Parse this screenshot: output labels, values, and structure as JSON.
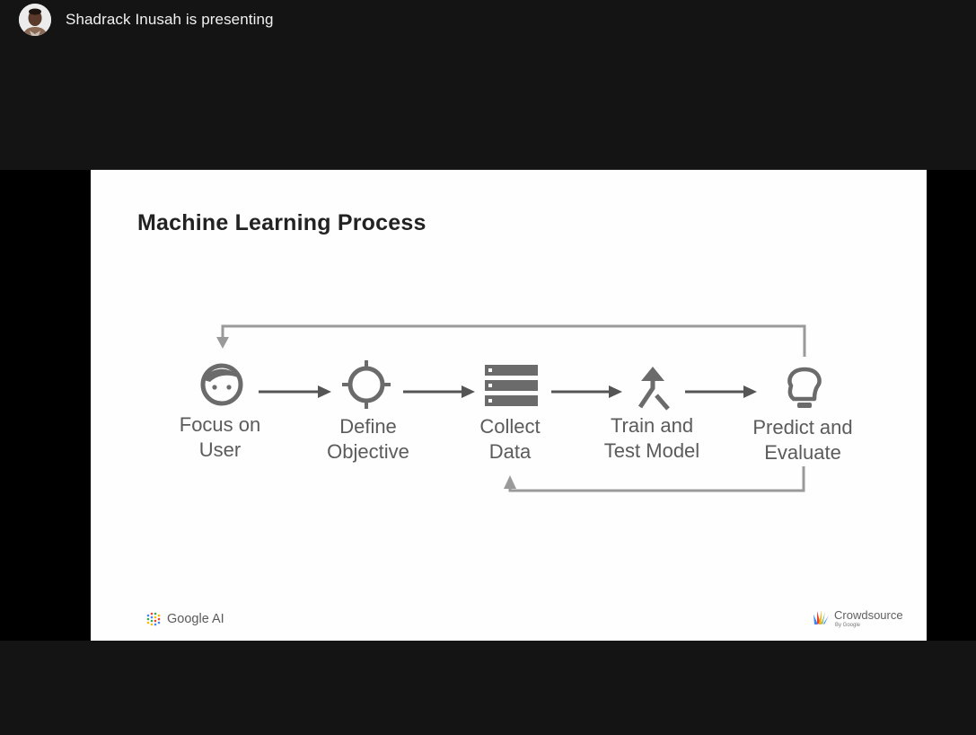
{
  "meeting": {
    "presenter_status": "Shadrack Inusah is presenting"
  },
  "slide": {
    "title": "Machine Learning Process",
    "steps": [
      {
        "label": "Focus on\nUser",
        "icon": "face-icon"
      },
      {
        "label": "Define\nObjective",
        "icon": "crosshair-icon"
      },
      {
        "label": "Collect\nData",
        "icon": "storage-icon"
      },
      {
        "label": "Train and\nTest Model",
        "icon": "merge-icon"
      },
      {
        "label": "Predict and\nEvaluate",
        "icon": "lightbulb-icon"
      }
    ],
    "footer_left": "Google AI",
    "footer_right_name": "Crowdsource",
    "footer_right_sub": "By Google"
  },
  "colors": {
    "meeting_bg": "#141414",
    "slide_bg": "#fefefe",
    "icon_gray": "#6b6b6b",
    "arrow_dark": "#555555",
    "loop_gray": "#9a9a9a"
  }
}
